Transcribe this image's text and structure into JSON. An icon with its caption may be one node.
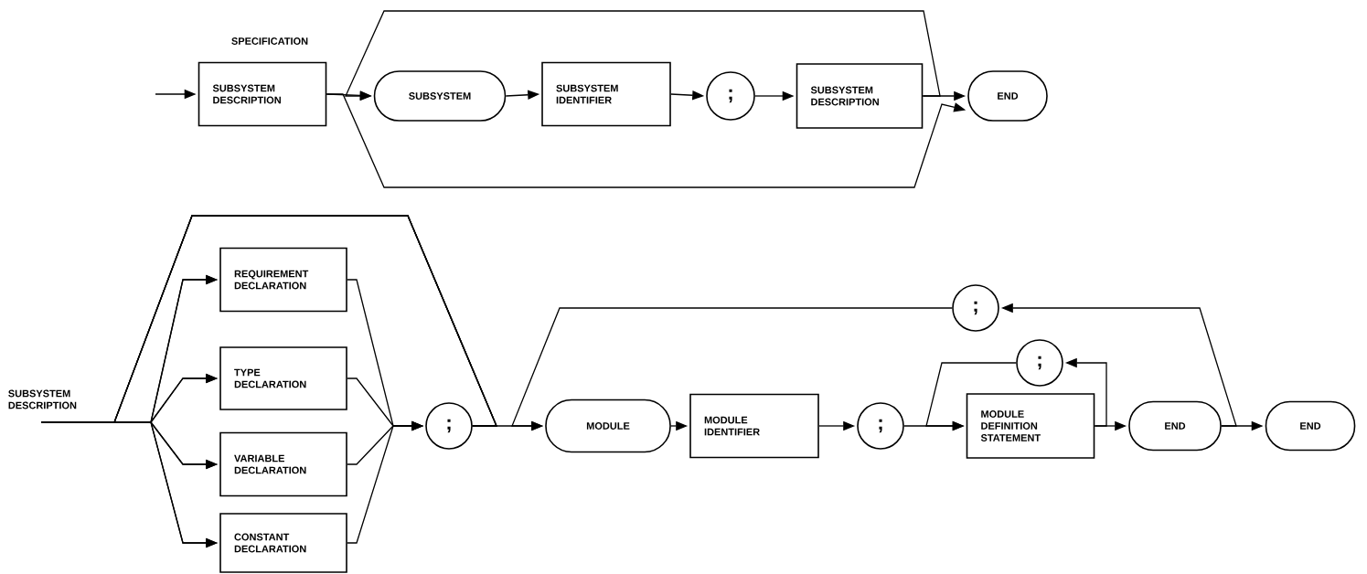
{
  "diagram": {
    "nodes": [
      {
        "text": [
          "SUBSYSTEM DESCRIPTION"
        ]
      },
      {
        "text": [
          "SUBSYSTEM"
        ]
      },
      {
        "text": [
          "SUBSYSTEM IDENTIFIER"
        ]
      },
      {
        "text": [
          ";"
        ]
      },
      {
        "text": [
          "SUBSYSTEM DESCRIPTION"
        ]
      },
      {
        "text": [
          "END"
        ]
      },
      {
        "text": [
          "REQUIREMENT DECLARATION"
        ]
      },
      {
        "text": [
          "TYPE DECLARATION"
        ]
      },
      {
        "text": [
          "VARIABLE DECLARATION"
        ]
      },
      {
        "text": [
          "CONSTANT DECLARATION"
        ]
      },
      {
        "text": [
          ";"
        ]
      },
      {
        "text": [
          "MODULE"
        ]
      },
      {
        "text": [
          "MODULE IDENTIFIER"
        ]
      },
      {
        "text": [
          ";"
        ]
      },
      {
        "text": [
          ";"
        ]
      },
      {
        "text": [
          ";"
        ]
      },
      {
        "text": [
          "MODULE DEFINITION STATEMENT"
        ]
      },
      {
        "text": [
          "END"
        ]
      },
      {
        "text": [
          "END"
        ]
      }
    ],
    "edges": [
      {
        "from": null,
        "to": 0,
        "arrow": "to"
      },
      {
        "from": 0,
        "to": 1,
        "arrow": "to"
      },
      {
        "from": 1,
        "to": 2,
        "arrow": "to"
      },
      {
        "from": 2,
        "to": 3,
        "arrow": "to"
      },
      {
        "from": 3,
        "to": 4,
        "arrow": "to"
      },
      {
        "from": 4,
        "to": 5,
        "arrow": "to"
      },
      {
        "from": 4,
        "to": 1,
        "arrow": "to"
      },
      {
        "from": 0,
        "to": 5,
        "arrow": "to"
      },
      {
        "from": null,
        "to": 6,
        "arrow": "to"
      },
      {
        "from": null,
        "to": 7,
        "arrow": "to"
      },
      {
        "from": null,
        "to": 8,
        "arrow": "to"
      },
      {
        "from": null,
        "to": 9,
        "arrow": "to"
      },
      {
        "from": 6,
        "to": 10,
        "arrow": "to"
      },
      {
        "from": 7,
        "to": 10,
        "arrow": "to"
      },
      {
        "from": 8,
        "to": 10,
        "arrow": "to"
      },
      {
        "from": 9,
        "to": 10,
        "arrow": "to"
      },
      {
        "from": 10,
        "to": 6,
        "arrow": "to"
      },
      {
        "from": 10,
        "to": 7,
        "arrow": "to"
      },
      {
        "from": 10,
        "to": 8,
        "arrow": "to"
      },
      {
        "from": 10,
        "to": 9,
        "arrow": "to"
      },
      {
        "from": 10,
        "to": 11,
        "arrow": "to"
      },
      {
        "from": 11,
        "to": 12,
        "arrow": "to"
      },
      {
        "from": 12,
        "to": 13,
        "arrow": "to"
      },
      {
        "from": 13,
        "to": 16,
        "arrow": "to"
      },
      {
        "from": 16,
        "to": 15,
        "arrow": "to"
      },
      {
        "from": 15,
        "to": 16,
        "arrow": "to"
      },
      {
        "from": 16,
        "to": 17,
        "arrow": "to"
      },
      {
        "from": 17,
        "to": 14,
        "arrow": "to"
      },
      {
        "from": 14,
        "to": 11,
        "arrow": "to"
      },
      {
        "from": 17,
        "to": 18,
        "arrow": "to"
      }
    ],
    "labels": [
      "SPECIFICATION",
      "SUBSYSTEM DESCRIPTION"
    ]
  }
}
